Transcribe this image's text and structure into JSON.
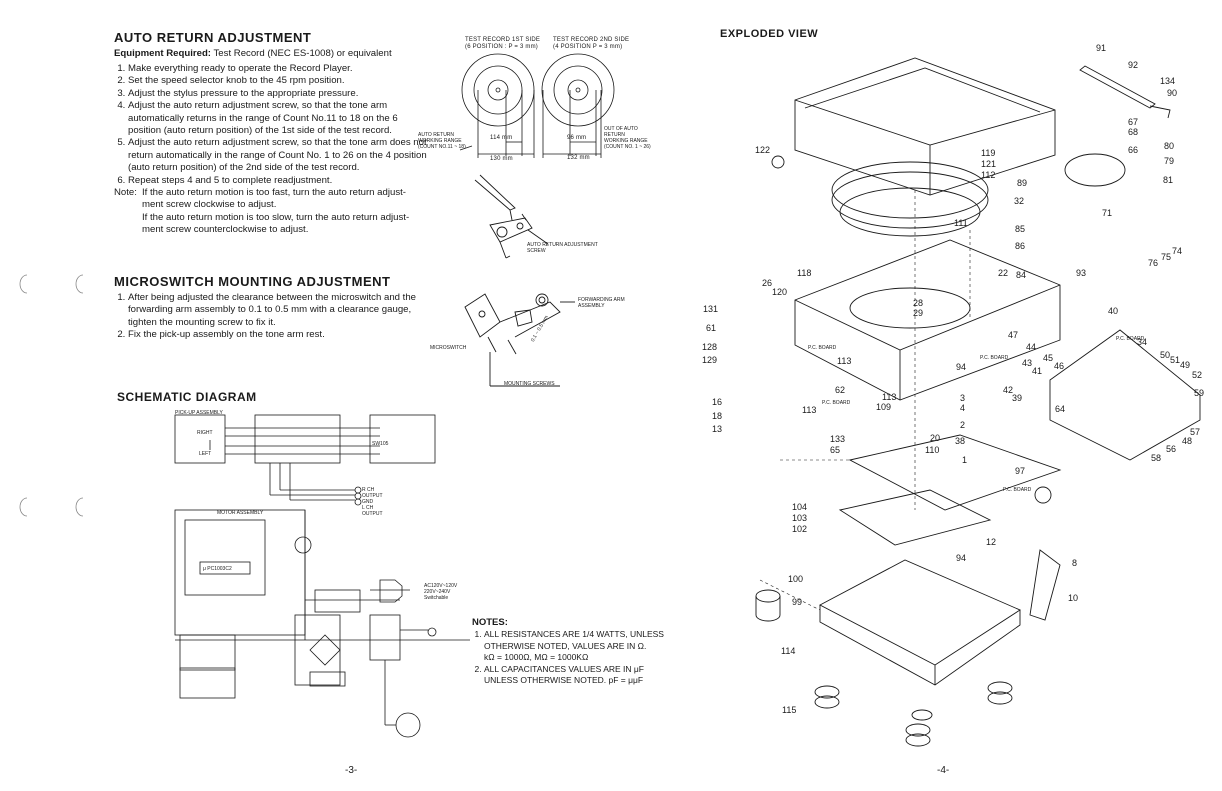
{
  "auto_return": {
    "title": "AUTO RETURN ADJUSTMENT",
    "equipment_label": "Equipment Required:",
    "equipment_value": "Test Record (NEC ES-1008) or equivalent",
    "steps": [
      "Make everything ready to operate the Record Player.",
      "Set the speed selector knob to the 45 rpm position.",
      "Adjust the stylus pressure to the appropriate pressure.",
      "Adjust the auto return adjustment screw, so that the tone arm automatically returns in the range of Count No.11 to 18 on the 6 position (auto return position) of the 1st side of the test record.",
      "Adjust the auto return adjustment screw, so that the tone arm does not return automatically in the range of Count No. 1 to 26 on the 4 position (auto return position) of the 2nd side of the test record.",
      "Repeat steps 4 and 5 to complete readjustment."
    ],
    "note_label": "Note:",
    "notes": [
      "If the auto return motion is too fast, turn the auto return adjust-ment screw clockwise to adjust.",
      "If the auto return motion is too slow, turn the auto return adjust-ment screw counterclockwise to adjust."
    ]
  },
  "test_record_fig": {
    "side1_label": "TEST RECORD 1ST SIDE",
    "side1_sub": "(6 POSITION : P = 3 mm)",
    "side2_label": "TEST RECORD 2ND SIDE",
    "side2_sub": "(4 POSITION   P = 3 mm)",
    "auto_return_working": "AUTO RETURN\nWORKING RANGE\n(COUNT NO.11 ~ 18)",
    "out_of_auto": "OUT OF AUTO\nRETURN\nWORKING RANGE\n(COUNT NO. 1 ~ 26)",
    "dim1": "114 mm",
    "dim2": "130 mm",
    "dim3": "96 mm",
    "dim4": "132 mm",
    "screw_label": "AUTO RETURN ADJUSTMENT\nSCREW"
  },
  "microswitch": {
    "title": "MICROSWITCH  MOUNTING  ADJUSTMENT",
    "steps": [
      "After being adjusted the clearance between the microswitch and the forwarding arm assembly to 0.1 to 0.5 mm with a clearance gauge, tighten the mounting screw to fix it.",
      "Fix the pick-up assembly on the tone arm rest."
    ],
    "label_forwarding": "FORWARDING ARM\nASSEMBLY",
    "label_microswitch": "MICROSWITCH",
    "label_mounting": "MOUNTING SCREWS",
    "label_gap": "0.1 ~ 0.5 mm"
  },
  "schematic": {
    "title": "SCHEMATIC DIAGRAM",
    "labels": {
      "pickup": "PICK-UP ASSEMBLY",
      "right": "RIGHT",
      "left": "LEFT",
      "motor": "MOTOR ASSEMBLY",
      "rch": "R CH\nOUTPUT",
      "gnd": "GND",
      "lch": "L CH\nOUTPUT",
      "ac": "AC120V~120V\n220V~240V\nSwitchable",
      "ic": "μ PC1003C2",
      "sw": "SW105"
    }
  },
  "notes": {
    "title": "NOTES:",
    "items": [
      "ALL RESISTANCES ARE 1/4 WATTS, UNLESS OTHERWISE NOTED, VALUES ARE IN Ω.",
      "kΩ = 1000Ω, MΩ = 1000KΩ",
      "ALL CAPACITANCES VALUES ARE IN μF UNLESS OTHERWISE NOTED.  pF = μμF"
    ]
  },
  "exploded_view": {
    "title": "EXPLODED VIEW",
    "pc_board": "P.C. BOARD",
    "parts": [
      "91",
      "92",
      "134",
      "90",
      "67",
      "68",
      "80",
      "66",
      "79",
      "122",
      "119",
      "121",
      "112",
      "89",
      "81",
      "32",
      "111",
      "71",
      "85",
      "86",
      "74",
      "75",
      "76",
      "22",
      "84",
      "93",
      "118",
      "26",
      "120",
      "131",
      "61",
      "28",
      "29",
      "40",
      "47",
      "34",
      "44",
      "45",
      "46",
      "43",
      "41",
      "50",
      "51",
      "49",
      "52",
      "128",
      "129",
      "113",
      "94",
      "42",
      "39",
      "62",
      "113",
      "109",
      "3",
      "4",
      "64",
      "59",
      "16",
      "18",
      "13",
      "113",
      "2",
      "57",
      "48",
      "56",
      "58",
      "133",
      "65",
      "20",
      "38",
      "110",
      "1",
      "97",
      "104",
      "103",
      "102",
      "12",
      "94",
      "8",
      "100",
      "99",
      "10",
      "114",
      "115"
    ]
  },
  "pages": {
    "left": "-3-",
    "right": "-4-"
  },
  "colors": {
    "ink": "#1a1a1a",
    "paper": "#ffffff"
  }
}
